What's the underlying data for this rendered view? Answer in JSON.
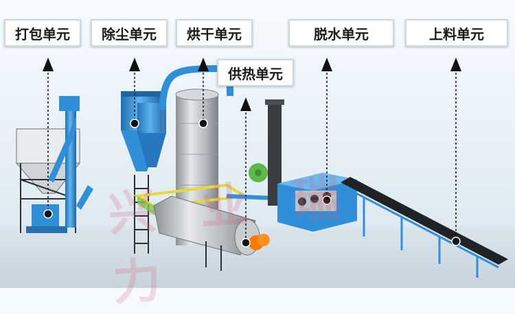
{
  "labels": {
    "packing": "打包单元",
    "dedusting": "除尘单元",
    "drying": "烘干单元",
    "heating": "供热单元",
    "dewatering": "脱水单元",
    "feeding": "上料单元"
  },
  "watermark": "兴 业 瑞 力",
  "colors": {
    "machine_blue": "#2f8fd8",
    "steel": "#b9bec3",
    "orange": "#ff7a00",
    "green": "#7ac943",
    "yellow": "#f2e24a"
  }
}
